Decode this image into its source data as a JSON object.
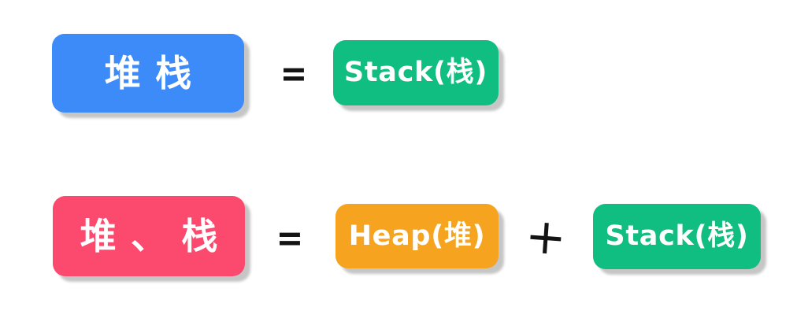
{
  "colors": {
    "blue": "#3d8bf8",
    "green": "#0fbe80",
    "pink": "#fb4a6e",
    "orange": "#f6a41f",
    "operator": "#141414",
    "box_text": "#ffffff",
    "background": "#ffffff"
  },
  "equation1": {
    "lhs": "堆栈",
    "equals": "=",
    "rhs1": "Stack(栈)"
  },
  "equation2": {
    "lhs": "堆、栈",
    "equals": "=",
    "rhs1": "Heap(堆)",
    "plus": "+",
    "rhs2": "Stack(栈)"
  }
}
